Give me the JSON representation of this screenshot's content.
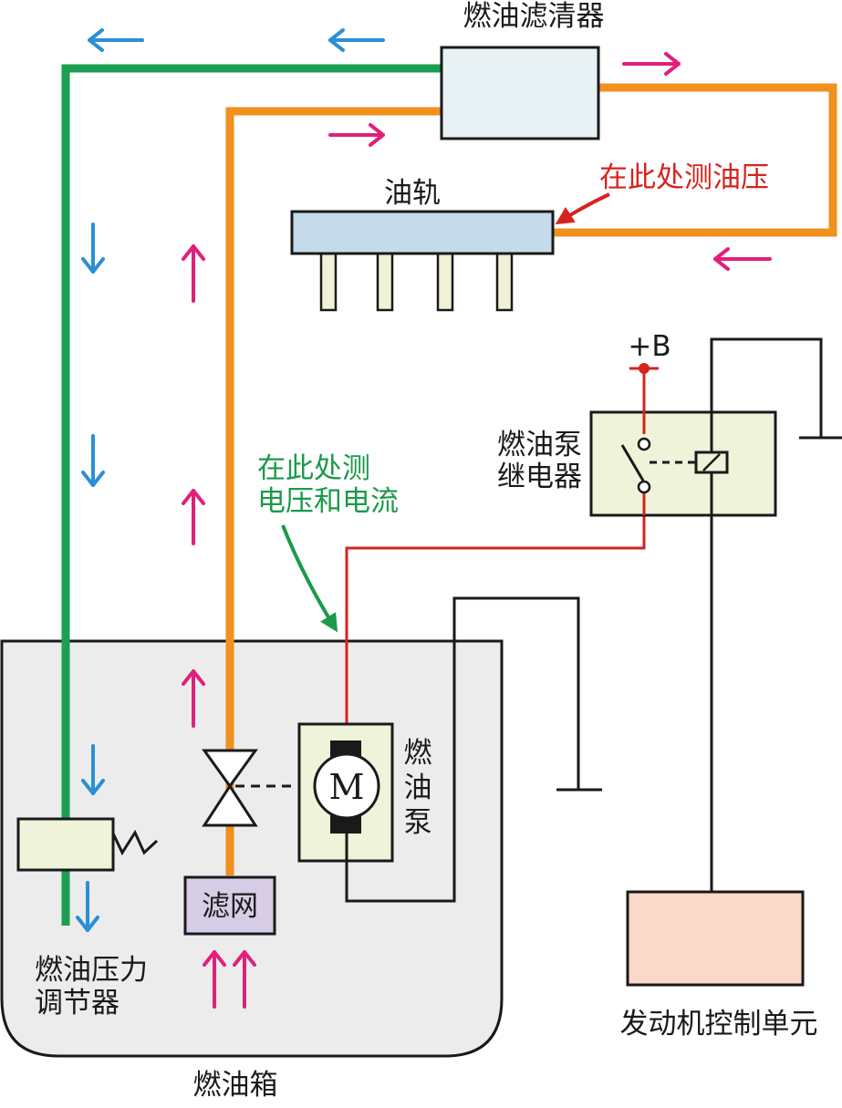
{
  "labels": {
    "fuel_filter": "燃油滤清器",
    "fuel_rail": "油轨",
    "measure_pressure": "在此处测油压",
    "measure_voltage_line1": "在此处测",
    "measure_voltage_line2": "电压和电流",
    "battery_positive": "+B",
    "relay_line1": "燃油泵",
    "relay_line2": "继电器",
    "pump_char1": "燃",
    "pump_char2": "油",
    "pump_char3": "泵",
    "motor": "M",
    "strainer": "滤网",
    "regulator_line1": "燃油压力",
    "regulator_line2": "调节器",
    "fuel_tank": "燃油箱",
    "ecu": "发动机控制单元"
  },
  "colors": {
    "return_line": "#1aa050",
    "supply_line": "#f0901e",
    "return_arrow": "#2a8fd6",
    "supply_arrow": "#e0207a",
    "signal_wire": "#d6231f",
    "tank_fill": "#ececec",
    "filter_fill": "#e8f1f4",
    "rail_fill": "#c5dbea",
    "injector_fill": "#f1f1d8",
    "relay_fill": "#eef3d9",
    "pump_fill": "#eef3d9",
    "regulator_fill": "#eef3d9",
    "strainer_fill": "#d8cde6",
    "ecu_fill": "#fbd9c8"
  }
}
